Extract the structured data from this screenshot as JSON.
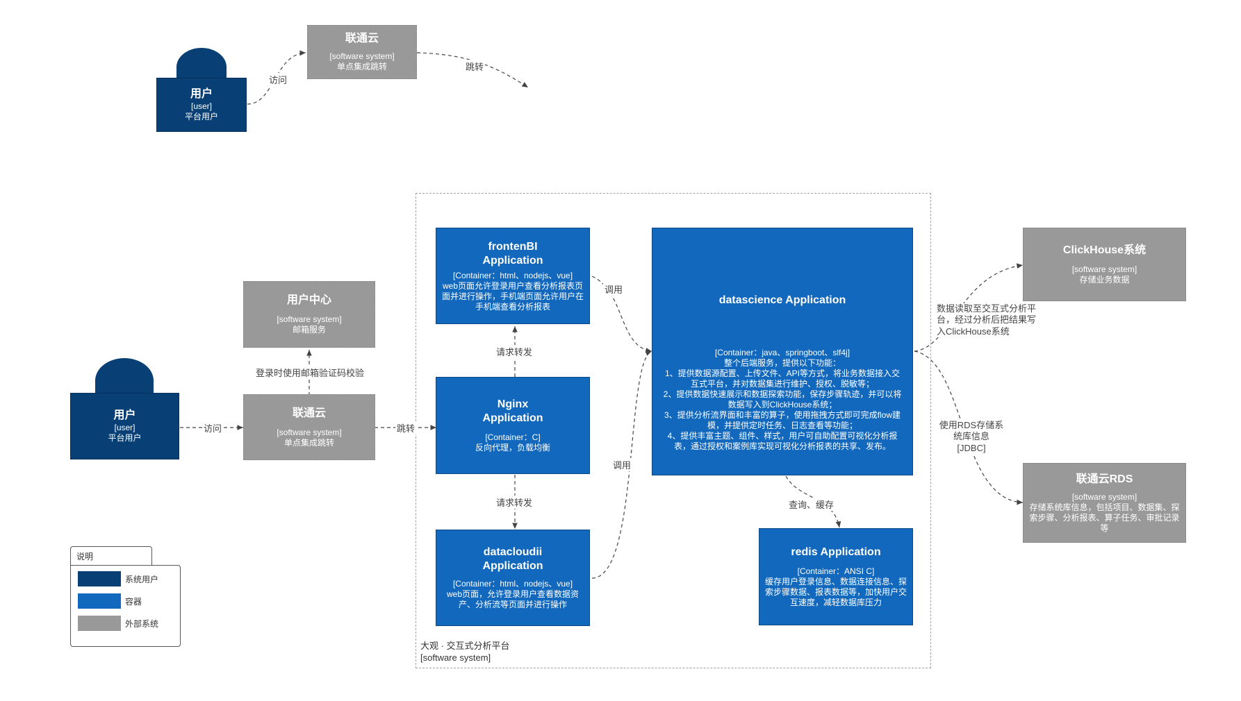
{
  "colors": {
    "person": "#083F75",
    "container": "#1168BD",
    "external": "#999999"
  },
  "top": {
    "user": {
      "title": "用户",
      "type": "[user]",
      "desc": "平台用户"
    },
    "unicom": {
      "title": "联通云",
      "type": "[software system]",
      "desc": "单点集成跳转"
    },
    "edge_visit": "访问",
    "edge_jump": "跳转"
  },
  "main": {
    "user": {
      "title": "用户",
      "type": "[user]",
      "desc": "平台用户"
    },
    "usercenter": {
      "title": "用户中心",
      "type": "[software system]",
      "desc": "邮箱服务"
    },
    "unicom": {
      "title": "联通云",
      "type": "[software system]",
      "desc": "单点集成跳转"
    },
    "frontend": {
      "title1": "frontenBI",
      "title2": "Application",
      "tech": "[Container：html、nodejs、vue]",
      "desc": "web页面允许登录用户查看分析报表页面并进行操作，手机端页面允许用户在手机端查看分析报表"
    },
    "nginx": {
      "title1": "Nginx",
      "title2": "Application",
      "tech": "[Container：C]",
      "desc": "反向代理，负载均衡"
    },
    "datacloud": {
      "title1": "datacloudii",
      "title2": "Application",
      "tech": "[Container：html、nodejs、vue]",
      "desc": "web页面，允许登录用户查看数据资产、分析流等页面并进行操作"
    },
    "datascience": {
      "title": "datascience Application",
      "tech": "[Container：java、springboot、slf4j]",
      "desc0": "整个后端服务，提供以下功能：",
      "desc1": "1、提供数据源配置、上传文件、API等方式，将业务数据接入交互式平台，并对数据集进行维护、授权、脱敏等；",
      "desc2": "2、提供数据快速展示和数据探索功能，保存步骤轨迹，并可以将数据写入到ClickHouse系统；",
      "desc3": "3、提供分析流界面和丰富的算子，使用拖拽方式即可完成flow建模，并提供定时任务、日志查看等功能；",
      "desc4": "4、提供丰富主题、组件、样式，用户可自助配置可视化分析报表，通过授权和案例库实现可视化分析报表的共享、发布。"
    },
    "redis": {
      "title": "redis Application",
      "tech": "[Container：ANSI C]",
      "desc": "缓存用户登录信息、数据连接信息、探索步骤数据、报表数据等，加快用户交互速度，减轻数据库压力"
    },
    "clickhouse": {
      "title": "ClickHouse系统",
      "type": "[software system]",
      "desc": "存储业务数据"
    },
    "rds": {
      "title": "联通云RDS",
      "type": "[software system]",
      "desc": "存储系统库信息，包括项目、数据集、探索步骤、分析报表、算子任务、审批记录等"
    },
    "boundary": {
      "name": "大观 · 交互式分析平台",
      "type": "[software system]"
    },
    "edges": {
      "visit": "访问",
      "jump": "跳转",
      "email": "登录时使用邮箱验证码校验",
      "forward1": "请求转发",
      "forward2": "请求转发",
      "call1": "调用",
      "call2": "调用",
      "query": "查询、缓存",
      "clickhouse": "数据读取至交互式分析平台，经过分析后把结果写入ClickHouse系统",
      "rds": "使用RDS存储系统库信息",
      "rds_tech": "[JDBC]"
    }
  },
  "legend": {
    "title": "说明",
    "items": [
      {
        "label": "系统用户",
        "color": "#083F75"
      },
      {
        "label": "容器",
        "color": "#1168BD"
      },
      {
        "label": "外部系统",
        "color": "#999999"
      }
    ]
  }
}
